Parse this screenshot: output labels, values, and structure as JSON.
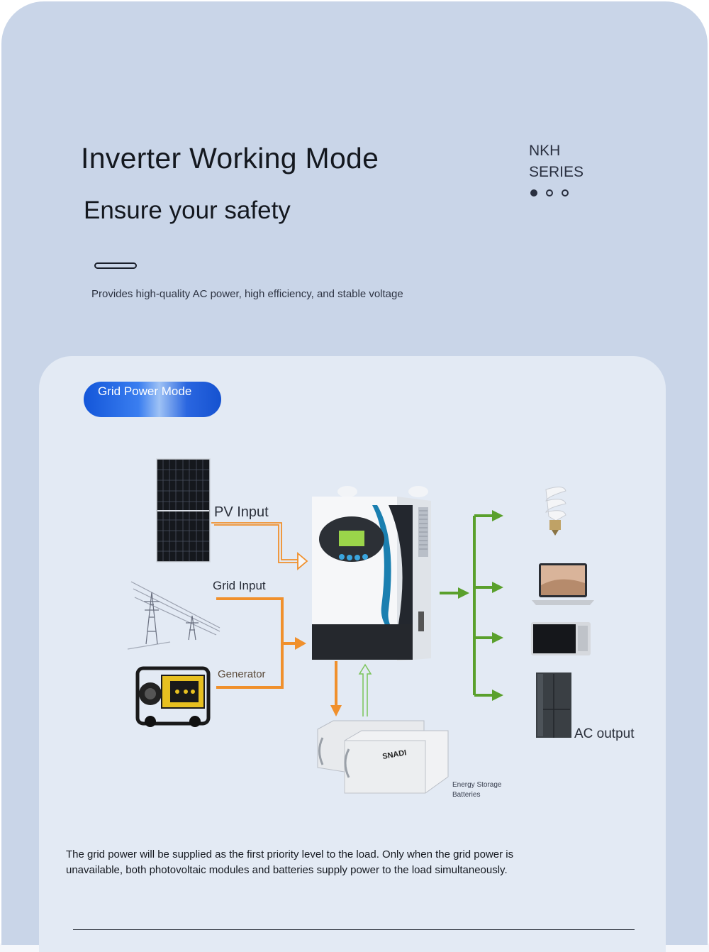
{
  "header": {
    "title": "Inverter Working Mode",
    "subtitle": "Ensure your safety",
    "series_line1": "NKH",
    "series_line2": "SERIES",
    "description": "Provides high-quality AC power, high efficiency, and stable voltage",
    "dots": [
      true,
      false,
      false
    ]
  },
  "mode": {
    "button_label": "Grid Power Mode"
  },
  "diagram": {
    "pv_input": "PV Input",
    "grid_input": "Grid Input",
    "generator": "Generator",
    "ac_output": "AC output",
    "batteries_line1": "Energy Storage",
    "batteries_line2": "Batteries",
    "battery_brand": "SNADI",
    "colors": {
      "output_arrow": "#5aa02c",
      "input_arrow": "#f0902c",
      "charge_arrow": "#7bc45a"
    }
  },
  "footer": {
    "text": "The grid power will be supplied as the first priority level to the load. Only when the grid power is unavailable, both photovoltaic modules and batteries supply power to the load simultaneously."
  },
  "icons": [
    "solar-panel-icon",
    "power-tower-icon",
    "generator-icon",
    "inverter-icon",
    "battery-icon",
    "light-bulb-icon",
    "laptop-icon",
    "microwave-icon",
    "refrigerator-icon"
  ]
}
